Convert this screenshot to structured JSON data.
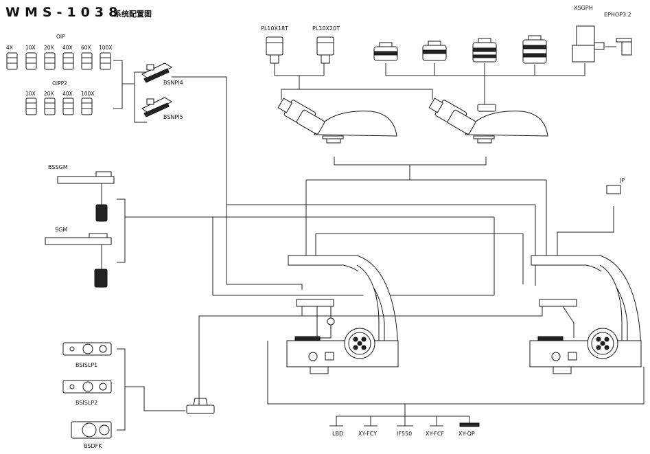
{
  "title": {
    "code": "WMS-1038",
    "subtitle": "系统配置图"
  },
  "objectives": {
    "group1": {
      "name": "OIP",
      "items": [
        "4X",
        "10X",
        "20X",
        "40X",
        "60X",
        "100X"
      ]
    },
    "group2": {
      "name": "OIPP2",
      "items": [
        "10X",
        "20X",
        "40X",
        "100X"
      ]
    }
  },
  "nosepieces": [
    "BSNPI4",
    "BSNPI5"
  ],
  "eyepieces": [
    "PL10X18T",
    "PL10X20T"
  ],
  "photo": {
    "tube": "XSGPH",
    "eyepiece": "EPHOP3.2",
    "jp": "JP"
  },
  "stages": [
    "BSSGM",
    "SGM"
  ],
  "light_sources": [
    "BSISLP1",
    "BSISLP2",
    "BSDFK"
  ],
  "filters": [
    "LBD",
    "XY-FCY",
    "IF550",
    "XY-FCF",
    "XY-QP"
  ]
}
